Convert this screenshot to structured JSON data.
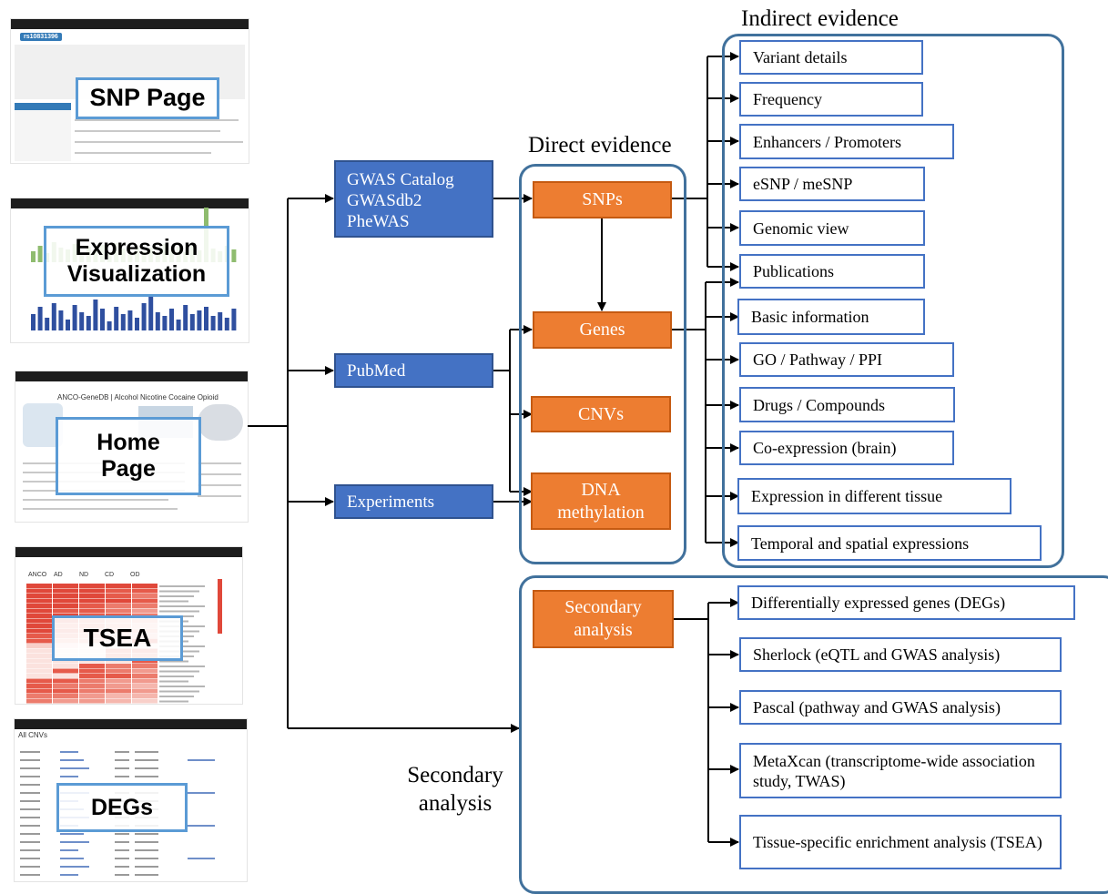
{
  "thumbnails": {
    "snp": {
      "label": "SNP Page",
      "badge": "rs10831396"
    },
    "expression": {
      "label_line1": "Expression",
      "label_line2": "Visualization"
    },
    "home": {
      "label_line1": "Home",
      "label_line2": "Page",
      "site_title": "ANCO-GeneDB | Alcohol Nicotine Cocaine Opioid"
    },
    "tsea": {
      "label": "TSEA",
      "columns": [
        "ANCO",
        "AD",
        "ND",
        "CD",
        "OD"
      ]
    },
    "degs": {
      "label": "DEGs",
      "page_title": "All CNVs"
    }
  },
  "sources": {
    "gwas_line1": "GWAS Catalog",
    "gwas_line2": "GWASdb2",
    "gwas_line3": "PheWAS",
    "pubmed": "PubMed",
    "experiments": "Experiments"
  },
  "direct": {
    "heading": "Direct evidence",
    "snps": "SNPs",
    "genes": "Genes",
    "cnvs": "CNVs",
    "dna_line1": "DNA",
    "dna_line2": "methylation"
  },
  "indirect": {
    "heading": "Indirect evidence",
    "snp_items": [
      "Variant details",
      "Frequency",
      "Enhancers / Promoters",
      "eSNP / meSNP",
      "Genomic view",
      "Publications"
    ],
    "gene_items": [
      "Basic information",
      "GO / Pathway / PPI",
      "Drugs / Compounds",
      "Co-expression (brain)",
      "Expression in different tissue",
      "Temporal and spatial expressions"
    ]
  },
  "secondary": {
    "box_line1": "Secondary",
    "box_line2": "analysis",
    "label_line1": "Secondary",
    "label_line2": "analysis",
    "items": [
      "Differentially expressed genes (DEGs)",
      "Sherlock (eQTL and GWAS analysis)",
      "Pascal (pathway and GWAS analysis)",
      "MetaXcan (transcriptome-wide association study, TWAS)",
      "Tissue-specific enrichment analysis (TSEA)"
    ]
  },
  "colors": {
    "blue_box": "#4472c4",
    "orange_box": "#ed7d31",
    "group_border": "#41719c",
    "callout_border": "#5b9bd5"
  }
}
